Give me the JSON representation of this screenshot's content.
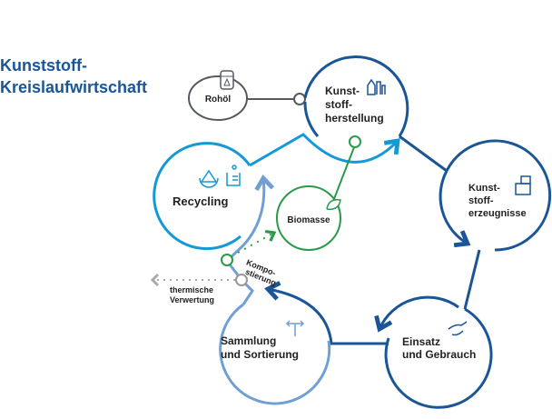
{
  "title": {
    "line1": "Kunststoff-",
    "line2": "Kreislaufwirtschaft"
  },
  "nodes": {
    "rohoel": "Rohöl",
    "herstellung": [
      "Kunst-",
      "stoff-",
      "herstellung"
    ],
    "erzeugnisse": [
      "Kunst-",
      "stoff-",
      "erzeugnisse"
    ],
    "einsatz": [
      "Einsatz",
      "und Gebrauch"
    ],
    "sammlung": [
      "Sammlung",
      "und Sortierung"
    ],
    "recycling": "Recycling",
    "biomasse": "Biomasse"
  },
  "labels": {
    "kompostierung": [
      "Kompo-",
      "stierung"
    ],
    "thermisch": [
      "thermische",
      "Verwertung"
    ]
  },
  "colors": {
    "dark_blue": "#1a5596",
    "cyan": "#139ad6",
    "light_blue": "#6f9fd3",
    "green": "#2a9a4a",
    "gray": "#555a60"
  }
}
